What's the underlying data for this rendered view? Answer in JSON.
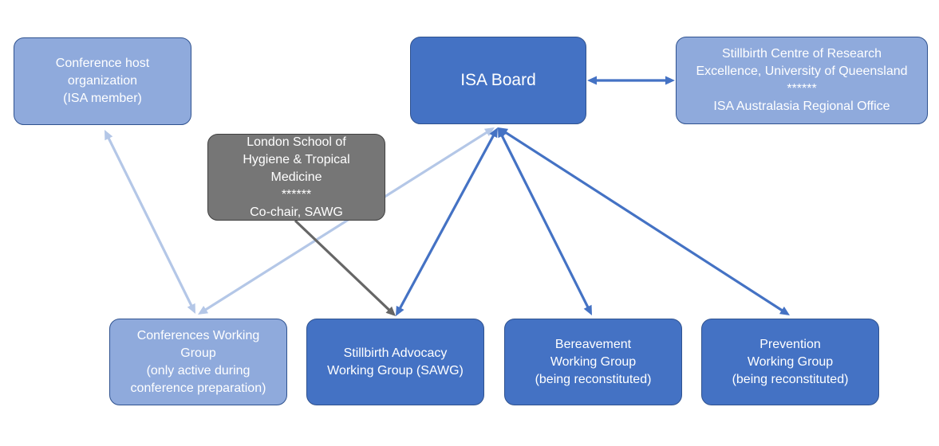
{
  "nodes": {
    "host": {
      "lines": [
        "Conference host",
        "organization",
        "(ISA member)"
      ]
    },
    "board": {
      "lines": [
        "ISA Board"
      ]
    },
    "scre": {
      "lines": [
        "Stillbirth Centre of Research",
        "Excellence, University of Queensland",
        "******",
        "ISA Australasia Regional Office"
      ]
    },
    "lshtm": {
      "lines": [
        "London School of",
        "Hygiene & Tropical",
        "Medicine",
        "******",
        "Co-chair, SAWG"
      ]
    },
    "conf": {
      "lines": [
        "Conferences Working",
        "Group",
        "(only active during",
        "conference preparation)"
      ]
    },
    "sawg": {
      "lines": [
        "Stillbirth Advocacy",
        "Working Group (SAWG)"
      ]
    },
    "bere": {
      "lines": [
        "Bereavement",
        "Working Group",
        "(being reconstituted)"
      ]
    },
    "prev": {
      "lines": [
        "Prevention",
        "Working Group",
        "(being reconstituted)"
      ]
    }
  },
  "colors": {
    "dark_box": "#4472c4",
    "light_box": "#8faadc",
    "gray_box": "#767676",
    "box_border": "#2f528f",
    "dark_arrow": "#4472c4",
    "light_arrow": "#b4c7e7",
    "gray_arrow": "#666666"
  },
  "connections": [
    {
      "from": "board",
      "to": "scre",
      "direction": "both",
      "style": "dark"
    },
    {
      "from": "host",
      "to": "conf",
      "direction": "both",
      "style": "light"
    },
    {
      "from": "board",
      "to": "conf",
      "direction": "both",
      "style": "light"
    },
    {
      "from": "lshtm",
      "to": "sawg",
      "direction": "forward",
      "style": "gray"
    },
    {
      "from": "board",
      "to": "sawg",
      "direction": "both",
      "style": "dark"
    },
    {
      "from": "board",
      "to": "bere",
      "direction": "both",
      "style": "dark"
    },
    {
      "from": "board",
      "to": "prev",
      "direction": "both",
      "style": "dark"
    }
  ]
}
